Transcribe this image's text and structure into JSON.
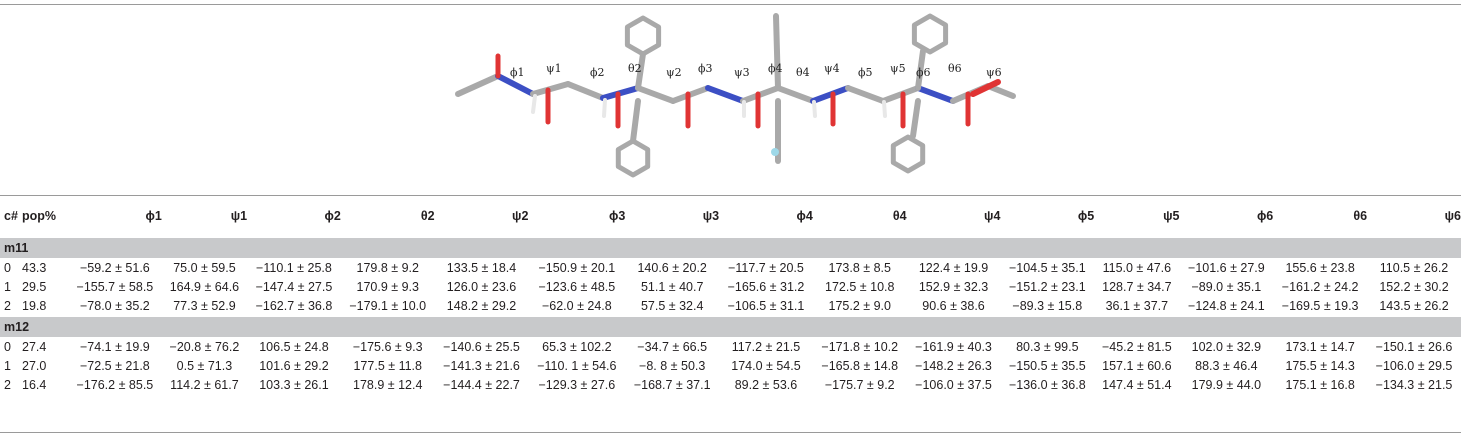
{
  "table": {
    "headers": [
      "c#",
      "pop%",
      "ϕ1",
      "ψ1",
      "ϕ2",
      "θ2",
      "ψ2",
      "ϕ3",
      "ψ3",
      "ϕ4",
      "θ4",
      "ψ4",
      "ϕ5",
      "ψ5",
      "ϕ6",
      "θ6",
      "ψ6"
    ],
    "groups": [
      {
        "label": "m11",
        "rows": [
          [
            "0",
            "43.3",
            "−59.2 ± 51.6",
            "75.0 ± 59.5",
            "−110.1 ± 25.8",
            "179.8 ± 9.2",
            "133.5 ± 18.4",
            "−150.9 ± 20.1",
            "140.6 ± 20.2",
            "−117.7 ± 20.5",
            "173.8 ± 8.5",
            "122.4 ± 19.9",
            "−104.5 ± 35.1",
            "115.0 ± 47.6",
            "−101.6 ± 27.9",
            "155.6 ± 23.8",
            "110.5 ± 26.2"
          ],
          [
            "1",
            "29.5",
            "−155.7 ± 58.5",
            "164.9 ± 64.6",
            "−147.4 ± 27.5",
            "170.9 ± 9.3",
            "126.0 ± 23.6",
            "−123.6 ± 48.5",
            "51.1 ± 40.7",
            "−165.6 ± 31.2",
            "172.5 ± 10.8",
            "152.9 ± 32.3",
            "−151.2 ± 23.1",
            "128.7 ± 34.7",
            "−89.0 ± 35.1",
            "−161.2 ± 24.2",
            "152.2 ± 30.2"
          ],
          [
            "2",
            "19.8",
            "−78.0 ± 35.2",
            "77.3 ± 52.9",
            "−162.7 ± 36.8",
            "−179.1 ± 10.0",
            "148.2 ± 29.2",
            "−62.0 ± 24.8",
            "57.5 ± 32.4",
            "−106.5 ± 31.1",
            "175.2 ± 9.0",
            "90.6 ± 38.6",
            "−89.3 ± 15.8",
            "36.1 ± 37.7",
            "−124.8 ± 24.1",
            "−169.5 ± 19.3",
            "143.5 ± 26.2"
          ]
        ]
      },
      {
        "label": "m12",
        "rows": [
          [
            "0",
            "27.4",
            "−74.1 ± 19.9",
            "−20.8 ± 76.2",
            "106.5 ± 24.8",
            "−175.6 ± 9.3",
            "−140.6 ± 25.5",
            "65.3 ± 102.2",
            "−34.7 ± 66.5",
            "117.2 ± 21.5",
            "−171.8 ± 10.2",
            "−161.9 ± 40.3",
            "80.3 ± 99.5",
            "−45.2 ± 81.5",
            "102.0 ± 32.9",
            "173.1 ± 14.7",
            "−150.1 ± 26.6"
          ],
          [
            "1",
            "27.0",
            "−72.5 ± 21.8",
            "0.5 ± 71.3",
            "101.6 ± 29.2",
            "177.5 ± 11.8",
            "−141.3 ± 21.6",
            "−110. 1 ± 54.6",
            "−8. 8 ± 50.3",
            "174.0 ± 54.5",
            "−165.8 ± 14.8",
            "−148.2 ± 26.3",
            "−150.5 ± 35.5",
            "157.1 ± 60.6",
            "88.3 ± 46.4",
            "175.5 ± 14.3",
            "−106.0 ± 29.5"
          ],
          [
            "2",
            "16.4",
            "−176.2 ± 85.5",
            "114.2 ± 61.7",
            "103.3 ± 26.1",
            "178.9 ± 12.4",
            "−144.4 ± 22.7",
            "−129.3 ± 27.6",
            "−168.7 ± 37.1",
            "89.2 ± 53.6",
            "−175.7 ± 9.2",
            "−106.0 ± 37.5",
            "−136.0 ± 36.8",
            "147.4 ± 51.4",
            "179.9 ± 44.0",
            "175.1 ± 16.8",
            "−134.3 ± 21.5"
          ]
        ]
      }
    ]
  },
  "figure": {
    "angle_labels": [
      "ϕ1",
      "ψ1",
      "ϕ2",
      "θ2",
      "ψ2",
      "ϕ3",
      "ψ3",
      "ϕ4",
      "θ4",
      "ψ4",
      "ϕ5",
      "ψ5",
      "ϕ6",
      "θ6",
      "ψ6"
    ],
    "colors": {
      "carbon": "#a9a9a9",
      "nitrogen": "#3c4fc4",
      "oxygen": "#e03434",
      "hydrogen": "#e8e8e8"
    }
  }
}
